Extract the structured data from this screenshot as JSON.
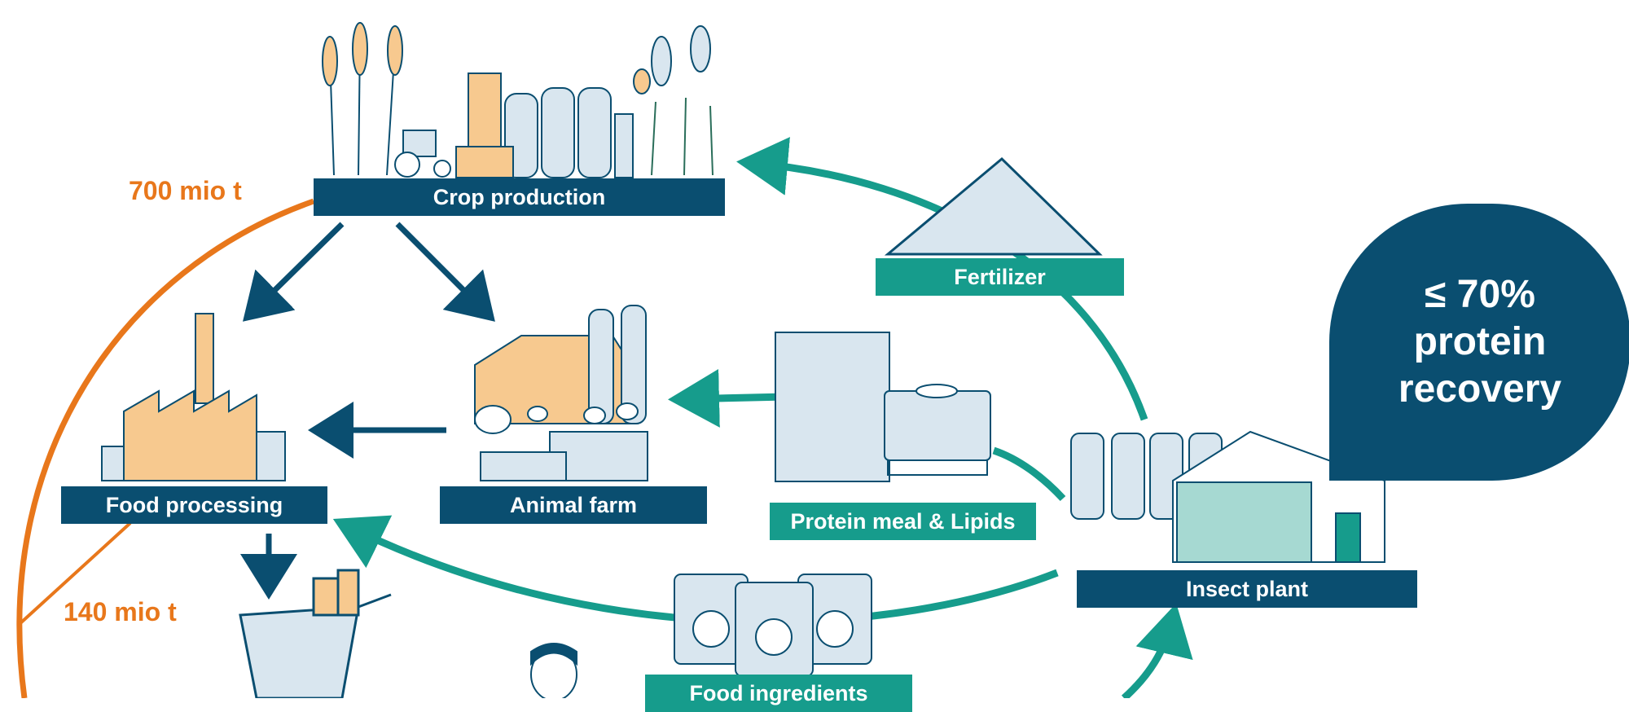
{
  "nodes": {
    "crop_production": "Crop production",
    "fertilizer": "Fertilizer",
    "food_processing": "Food processing",
    "animal_farm": "Animal farm",
    "protein_meal_lipids": "Protein meal & Lipids",
    "insect_plant": "Insect plant",
    "food_ingredients": "Food ingredients"
  },
  "quantities": {
    "crop_waste": "700 mio t",
    "processing_waste": "140 mio t"
  },
  "callout": {
    "line1": "≤ 70%",
    "line2": "protein",
    "line3": "recovery"
  },
  "colors": {
    "navy": "#0a4e70",
    "teal": "#169c8c",
    "orange": "#e8771b",
    "light_orange": "#f7c98f",
    "light_blue": "#d9e6ef"
  },
  "icons": [
    "wheat-icon",
    "silo-icon",
    "tractor-icon",
    "corn-icon",
    "factory-icon",
    "barn-icon",
    "chicken-icon",
    "fish-tank-icon",
    "fertilizer-pile-icon",
    "sack-pallet-icon",
    "tank-icon",
    "insect-plant-building-icon",
    "shopping-cart-icon",
    "person-icon",
    "ingredient-bag-icon"
  ]
}
